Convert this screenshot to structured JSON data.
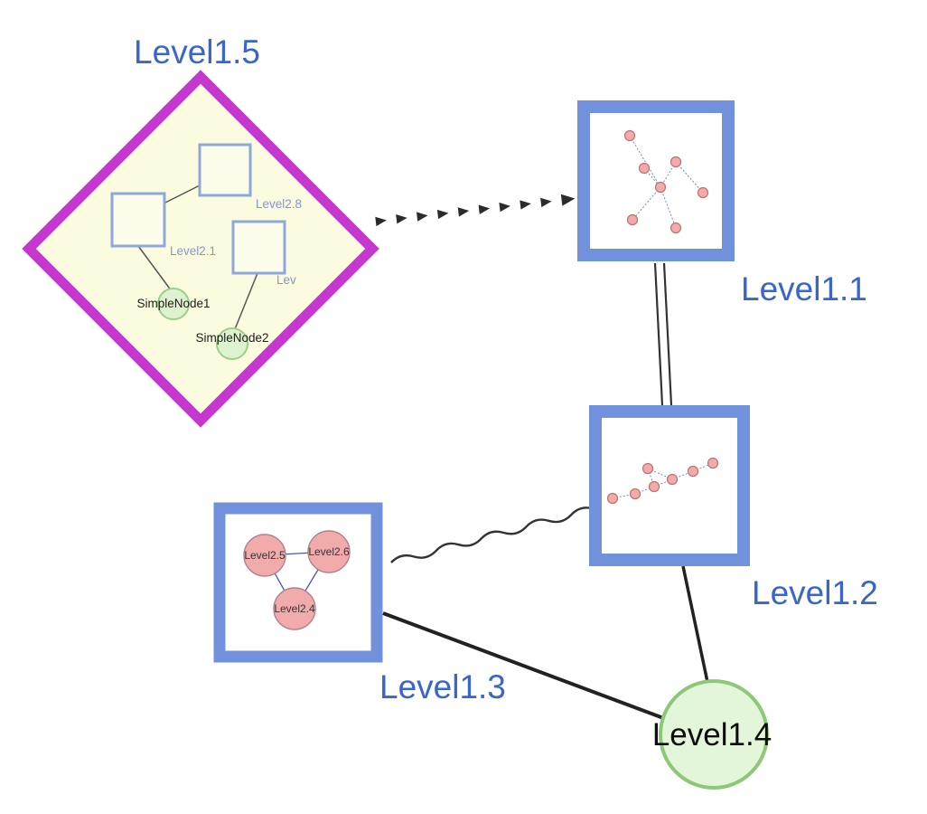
{
  "nodes": {
    "level15": {
      "label": "Level1.5",
      "shape": "diamond-group"
    },
    "level11": {
      "label": "Level1.1",
      "shape": "square-group"
    },
    "level12": {
      "label": "Level1.2",
      "shape": "square-group"
    },
    "level13": {
      "label": "Level1.3",
      "shape": "square-group"
    },
    "level14": {
      "label": "Level1.4",
      "shape": "circle"
    }
  },
  "level15_inner": {
    "square_labels": [
      "Level2.8",
      "Level2.1",
      "Lev"
    ],
    "simple_nodes": [
      "SimpleNode1",
      "SimpleNode2"
    ]
  },
  "level13_inner": {
    "node_labels": [
      "Level2.5",
      "Level2.6",
      "Level2.4"
    ]
  },
  "colors": {
    "group_label_blue": "#3a66cc",
    "diamond_border": "#c538cf",
    "diamond_fill": "#fbfbe0",
    "square_group_border": "#7291dd",
    "child_square_border": "#8fa8dc",
    "green_node_fill": "#dff2cf",
    "green_node_border": "#9ccf8a",
    "level14_fill": "#e4f6da",
    "level14_border": "#8cc878",
    "pink_node_fill": "#f2abab",
    "pink_node_border": "#c07070",
    "mini_edge_blue": "#7788cc",
    "edge_dark": "#2b2b2b"
  }
}
